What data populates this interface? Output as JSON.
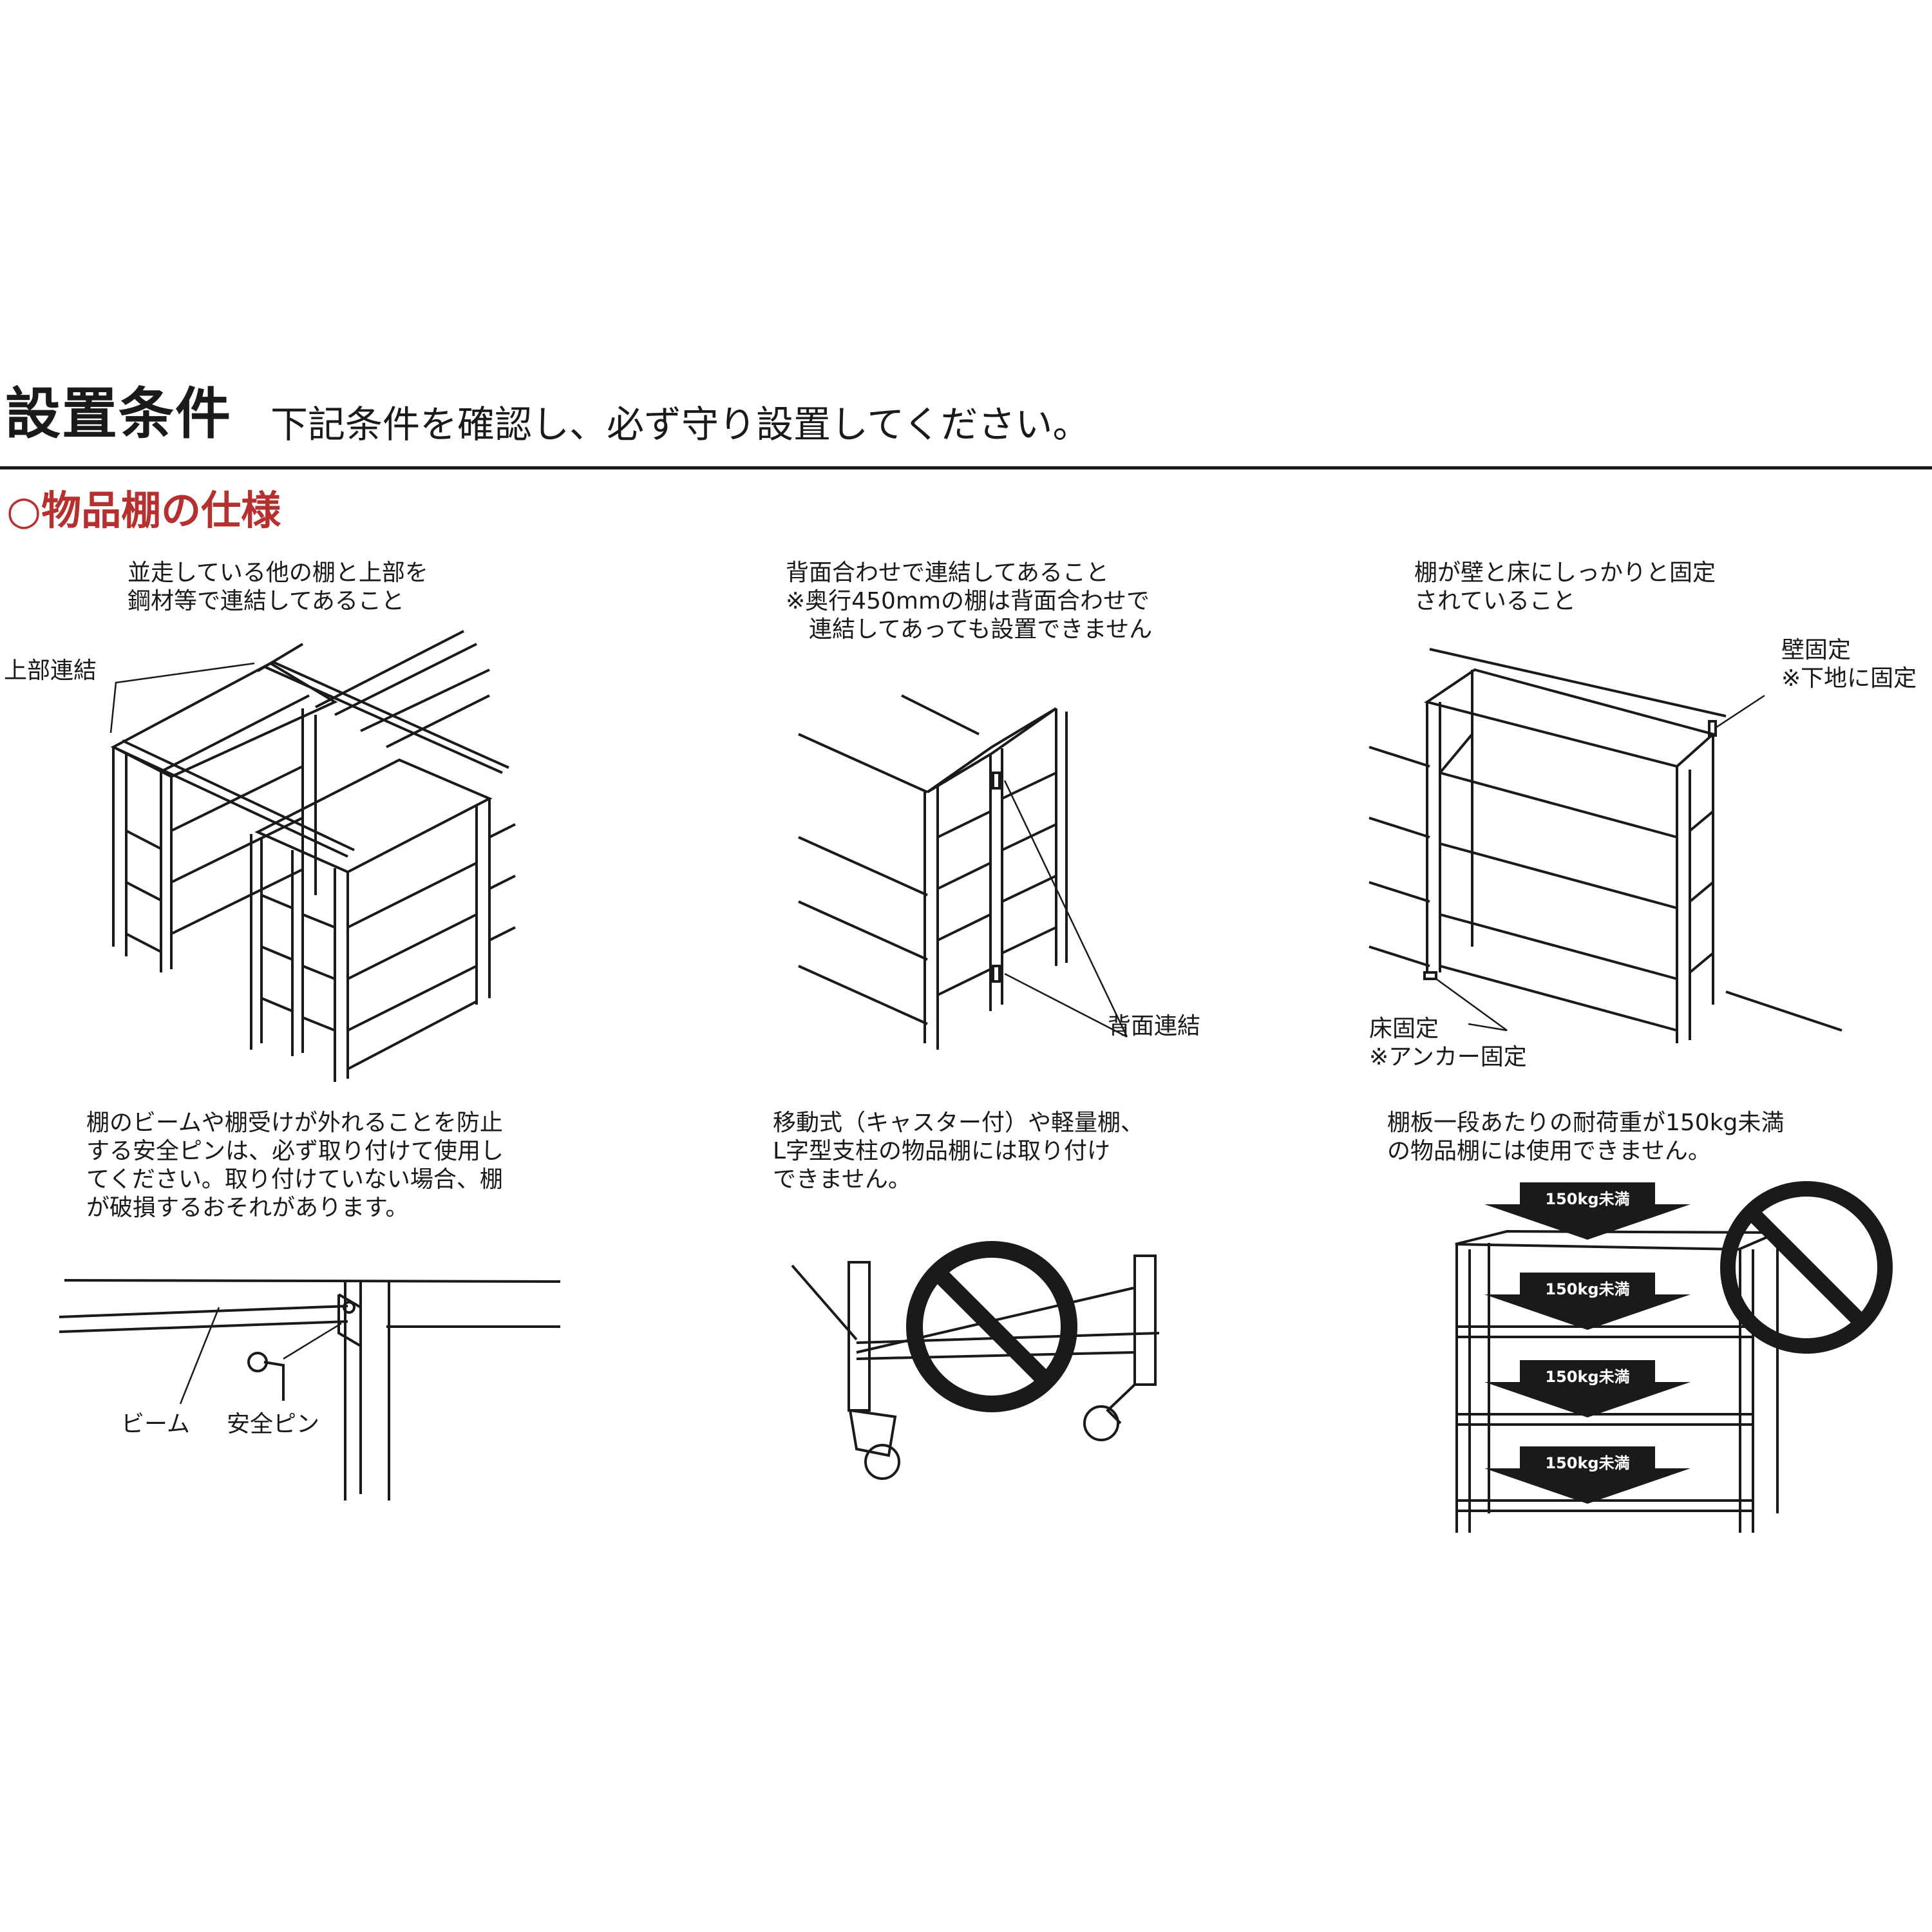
{
  "header": {
    "title": "設置条件",
    "subtitle": "下記条件を確認し、必ず守り設置してください。"
  },
  "section": {
    "title": "○物品棚の仕様"
  },
  "panels": [
    {
      "caption": "並走している他の棚と上部を\n鋼材等で連結してあること",
      "labels": [
        "上部連結"
      ]
    },
    {
      "caption": "背面合わせで連結してあること\n※奥行450mmの棚は背面合わせで\n　連結してあっても設置できません",
      "labels": [
        "背面連結"
      ]
    },
    {
      "caption": "棚が壁と床にしっかりと固定\nされていること",
      "labels": [
        "壁固定\n※下地に固定",
        "床固定\n※アンカー固定"
      ]
    },
    {
      "caption": "棚のビームや棚受けが外れることを防止\nする安全ピンは、必ず取り付けて使用し\nてください。取り付けていない場合、棚\nが破損するおそれがあります。",
      "labels": [
        "ビーム",
        "安全ピン"
      ]
    },
    {
      "caption": "移動式（キャスター付）や軽量棚、\nL字型支柱の物品棚には取り付け\nできません。",
      "labels": []
    },
    {
      "caption": "棚板一段あたりの耐荷重が150kg未満\nの物品棚には使用できません。",
      "labels": [],
      "load_badges": [
        "150kg未満",
        "150kg未満",
        "150kg未満",
        "150kg未満"
      ]
    }
  ]
}
